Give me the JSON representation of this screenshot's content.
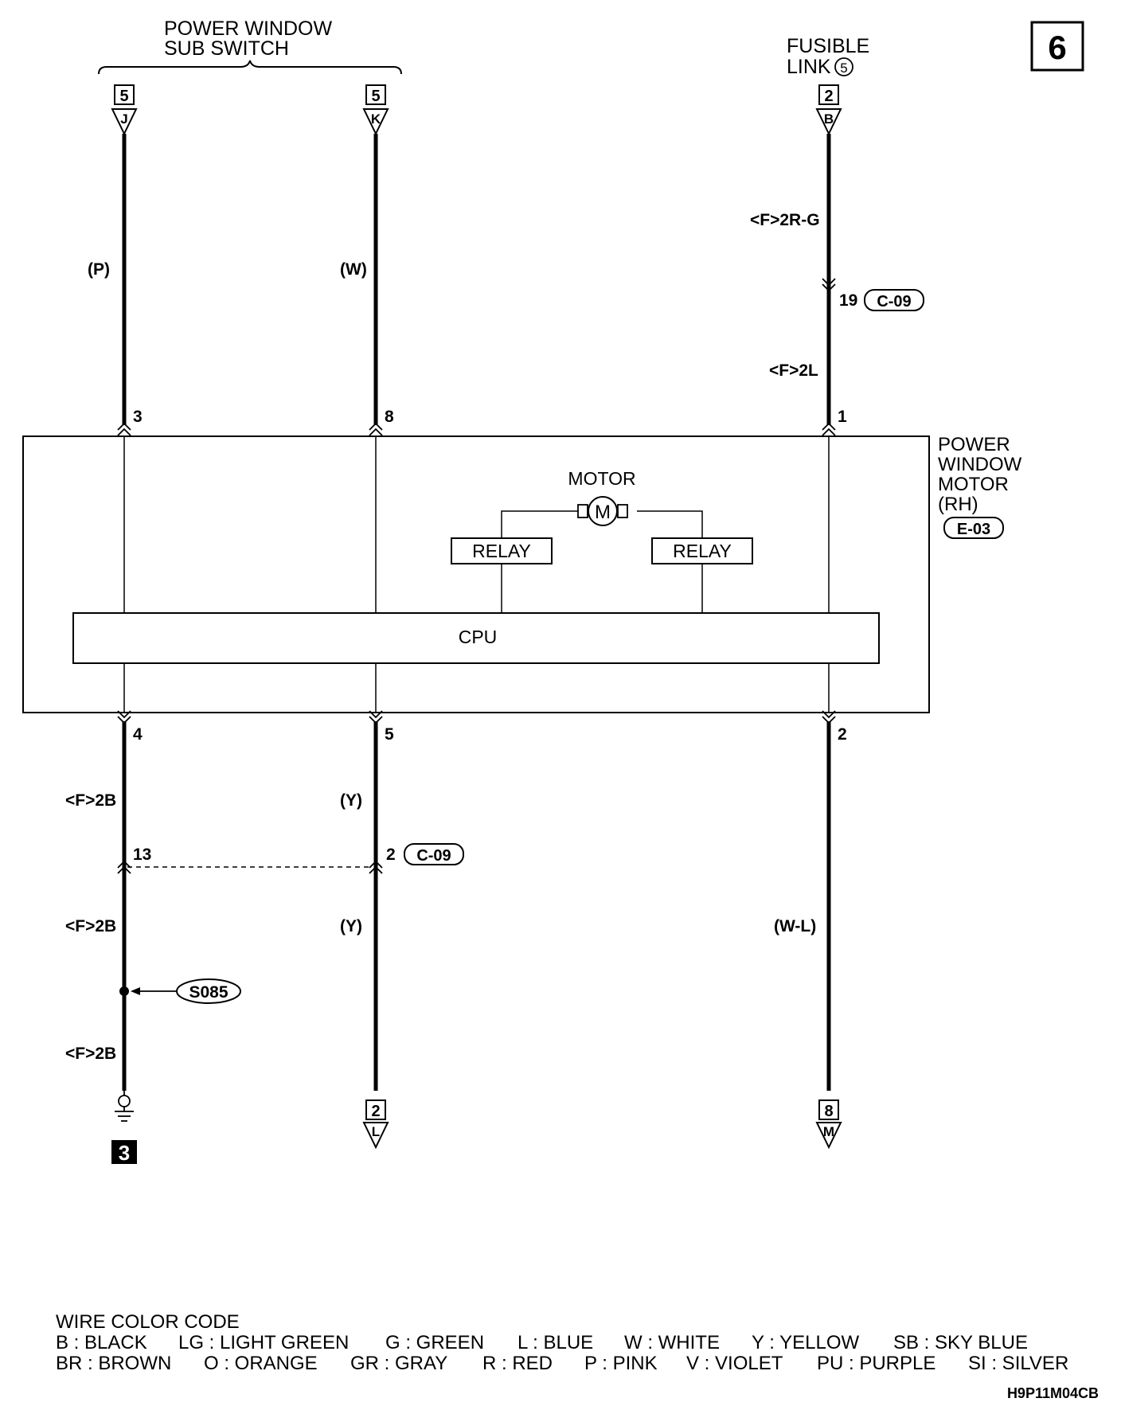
{
  "page_number": "6",
  "sub_switch": {
    "line1": "POWER WINDOW",
    "line2": "SUB SWITCH"
  },
  "fusible_link": {
    "line1": "FUSIBLE",
    "line2": "LINK",
    "number": "5"
  },
  "top_connectors": [
    {
      "number": "5",
      "letter": "J"
    },
    {
      "number": "5",
      "letter": "K"
    },
    {
      "number": "2",
      "letter": "B"
    }
  ],
  "bottom_connectors": [
    {
      "number": "2",
      "letter": "L"
    },
    {
      "number": "8",
      "letter": "M"
    }
  ],
  "wire_labels": {
    "p": "(P)",
    "w": "(W)",
    "f2rg": "<F>2R-G",
    "f2l": "<F>2L",
    "f2b_1": "<F>2B",
    "f2b_2": "<F>2B",
    "f2b_3": "<F>2B",
    "y_1": "(Y)",
    "y_2": "(Y)",
    "wl": "(W-L)"
  },
  "pins": {
    "top_left": "3",
    "top_mid": "8",
    "top_right": "1",
    "bot_left": "4",
    "bot_mid": "5",
    "bot_right": "2",
    "jc_right_top": "19",
    "jc_left": "13",
    "jc_mid": "2"
  },
  "connector_refs": {
    "c09_top": "C-09",
    "c09_mid": "C-09",
    "e03": "E-03",
    "s085": "S085"
  },
  "component": {
    "line1": "POWER",
    "line2": "WINDOW",
    "line3": "MOTOR",
    "line4": "(RH)",
    "motor_label": "MOTOR",
    "motor_symbol": "M",
    "relay_left": "RELAY",
    "relay_right": "RELAY",
    "cpu": "CPU"
  },
  "ground_ref": "3",
  "legend": {
    "title": "WIRE COLOR CODE",
    "row1": [
      "B : BLACK",
      "LG : LIGHT GREEN",
      "G : GREEN",
      "L : BLUE",
      "W : WHITE",
      "Y : YELLOW",
      "SB : SKY BLUE"
    ],
    "row2": [
      "BR : BROWN",
      "O : ORANGE",
      "GR : GRAY",
      "R : RED",
      "P : PINK",
      "V : VIOLET",
      "PU : PURPLE",
      "SI : SILVER"
    ]
  },
  "figure_code": "H9P11M04CB"
}
